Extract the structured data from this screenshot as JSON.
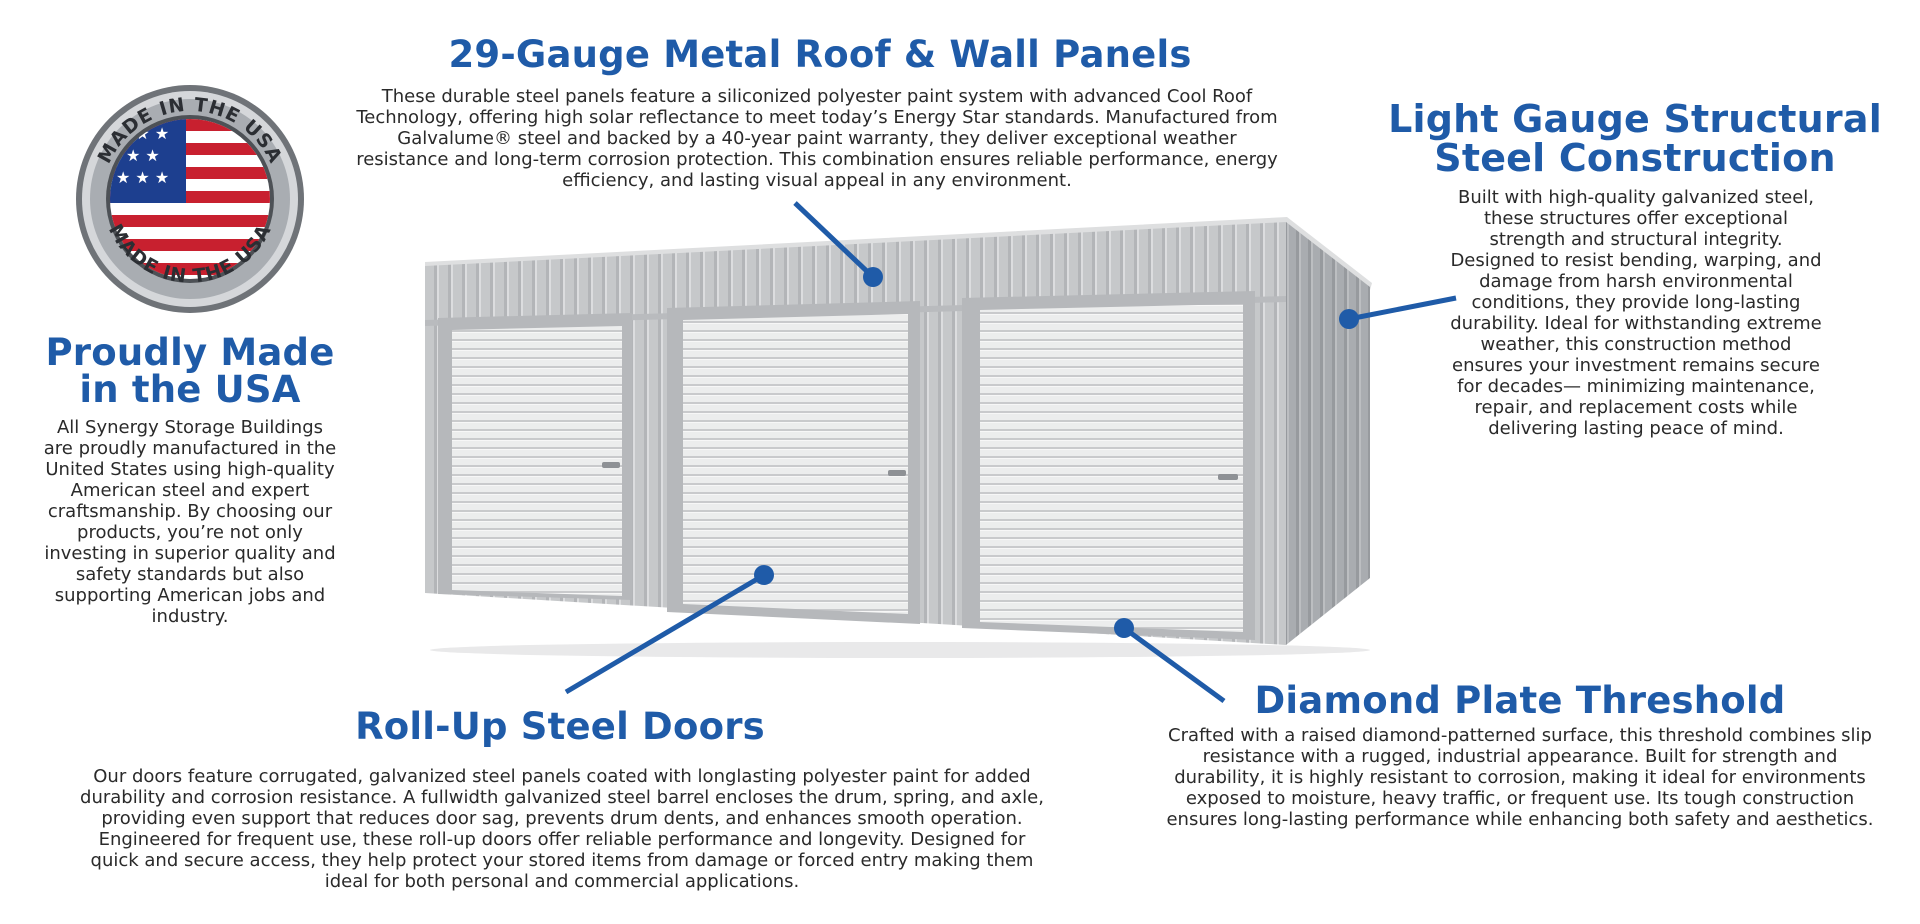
{
  "colors": {
    "accent": "#1f5ba8",
    "body_text": "#2a2a2a",
    "steel": "#c9cbcd",
    "seal_red": "#c8202f"
  },
  "seal": {
    "text_top": "MADE IN THE USA",
    "text_bottom": "MADE IN THE USA"
  },
  "sections": {
    "usa": {
      "title_line1": "Proudly Made",
      "title_line2": "in the USA",
      "body": "All Synergy Storage Buildings are proudly manufactured in the United States using high-quality American steel and expert craftsmanship. By choosing our products, you’re not only investing in superior quality and safety standards but also supporting American jobs and industry."
    },
    "panels": {
      "title": "29-Gauge Metal Roof & Wall Panels",
      "body": "These durable steel panels feature a siliconized polyester paint system with advanced Cool Roof Technology, offering high solar reflectance to meet today’s Energy Star standards. Manufactured from Galvalume® steel and backed by a 40-year paint warranty, they deliver exceptional weather resistance and long-term corrosion protection. This combination ensures reliable performance, energy efficiency, and lasting visual appeal in any environment."
    },
    "structure": {
      "title_line1": "Light Gauge Structural",
      "title_line2": "Steel Construction",
      "body": "Built with high-quality galvanized steel, these structures offer exceptional strength and structural integrity. Designed to resist bending, warping, and damage from harsh environmental conditions, they provide long-lasting durability. Ideal for withstanding extreme weather, this construction method ensures your investment remains secure for decades— minimizing maintenance, repair, and replacement costs while delivering lasting peace of mind."
    },
    "doors": {
      "title": "Roll-Up Steel Doors",
      "body": "Our doors feature corrugated, galvanized steel panels coated with longlasting polyester paint for added durability and corrosion resistance. A fullwidth galvanized steel barrel encloses the drum, spring, and axle, providing even support that reduces door sag, prevents drum dents, and enhances smooth operation. Engineered for frequent use, these roll-up doors offer reliable performance and longevity. Designed for quick and secure access, they help protect your stored items from damage or forced entry making them ideal for both personal and commercial applications."
    },
    "threshold": {
      "title": "Diamond Plate Threshold",
      "body": "Crafted with a raised diamond-patterned surface, this threshold combines slip resistance with a rugged, industrial appearance. Built for strength and durability, it is highly resistant to corrosion, making it ideal for environments exposed to moisture, heavy traffic, or frequent use. Its tough construction ensures long-lasting performance while enhancing both safety and aesthetics."
    }
  }
}
